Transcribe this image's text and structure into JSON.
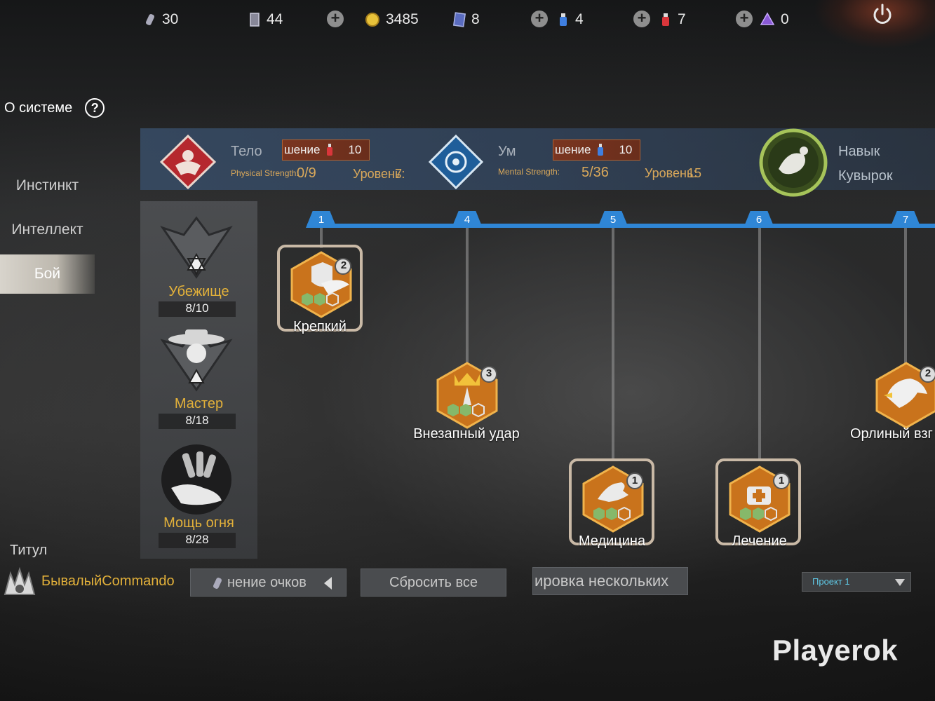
{
  "resources": [
    {
      "icon": "ammo-cartridge-icon",
      "value": "30"
    },
    {
      "icon": "card-icon",
      "value": "44"
    },
    {
      "icon": "gold-coin-icon",
      "value": "3485"
    },
    {
      "icon": "ticket-icon",
      "value": "8"
    },
    {
      "icon": "blue-flask-icon",
      "value": "4"
    },
    {
      "icon": "red-flask-icon",
      "value": "7"
    },
    {
      "icon": "purple-crystal-icon",
      "value": "0"
    }
  ],
  "sidebar": {
    "about_label": "О системе",
    "help_glyph": "?",
    "items": [
      {
        "label": "Инстинкт",
        "active": false
      },
      {
        "label": "Интеллект",
        "active": false
      },
      {
        "label": "Бой",
        "active": true
      }
    ]
  },
  "header": {
    "body": {
      "name": "Тело",
      "boost_label": "шение",
      "boost_value": "10",
      "strength_label": "Physical Strength:",
      "strength_value": "0/9",
      "level_label": "Уровень:",
      "level_value": "7"
    },
    "mind": {
      "name": "Ум",
      "boost_label": "шение",
      "boost_value": "10",
      "strength_label": "Mental Strength:",
      "strength_value": "5/36",
      "level_label": "Уровень:",
      "level_value": "15"
    },
    "skill": {
      "label": "Навык",
      "name": "Кувырок"
    }
  },
  "categories": [
    {
      "name": "Убежище",
      "count": "8/10",
      "icon": "shelter-emblem-icon"
    },
    {
      "name": "Мастер",
      "count": "8/18",
      "icon": "master-emblem-icon"
    },
    {
      "name": "Мощь огня",
      "count": "8/28",
      "icon": "firepower-emblem-icon"
    }
  ],
  "timeline": [
    "1",
    "4",
    "5",
    "6",
    "7"
  ],
  "skills": [
    {
      "name": "Крепкий",
      "rank": "2",
      "icon": "shield-wings-icon",
      "filled": 2
    },
    {
      "name": "Внезапный удар",
      "rank": "3",
      "icon": "crown-dagger-icon",
      "filled": 2
    },
    {
      "name": "Медицина",
      "rank": "1",
      "icon": "hand-icon",
      "filled": 2
    },
    {
      "name": "Лечение",
      "rank": "1",
      "icon": "medkit-icon",
      "filled": 2
    },
    {
      "name": "Орлиный взг",
      "rank": "2",
      "icon": "eagle-icon",
      "filled": 0
    }
  ],
  "footer": {
    "title_label": "Титул",
    "title_value": "БывалыйCommando",
    "points_button": "нение очков",
    "reset_button": "Сбросить все",
    "multi_button": "ировка нескольких",
    "project_select": "Проект 1"
  },
  "watermark": "Playerok",
  "colors": {
    "accent_gold": "#e3b13a",
    "timeline_blue": "#2f86d6",
    "boost_red": "#7a3520",
    "hex_green": "#86b86a"
  }
}
